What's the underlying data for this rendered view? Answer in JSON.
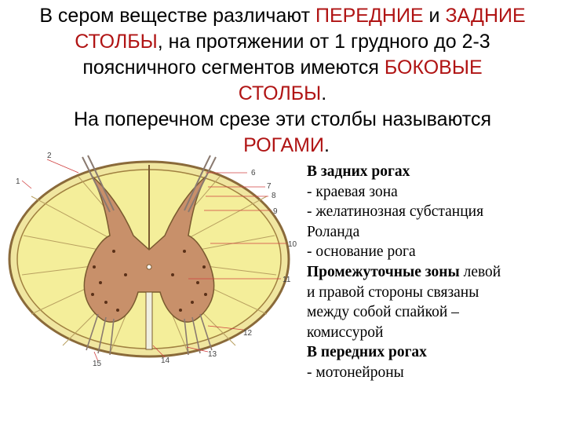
{
  "header": {
    "l1_a": "В сером веществе различают ",
    "l1_b": "ПЕРЕДНИЕ",
    "l1_c": " и ",
    "l1_d": "ЗАДНИЕ",
    "l2_a": "СТОЛБЫ",
    "l2_b": ", на протяжении от 1 грудного до 2-3",
    "l3_a": "поясничного сегментов имеются ",
    "l3_b": "БОКОВЫЕ",
    "l4_a": "СТОЛБЫ",
    "l4_b": ".",
    "l5": "На поперечном срезе эти столбы называются",
    "l6_a": "РОГАМИ",
    "l6_b": "."
  },
  "labels": [
    "1",
    "2",
    "6",
    "7",
    "8",
    "9",
    "10",
    "11",
    "12",
    "13",
    "14",
    "15"
  ],
  "notes": {
    "n1": "В задних рогах",
    "n2": "- краевая зона",
    "n3": "- желатинозная субстанция",
    "n4": "Роланда",
    "n5": "- основание рога",
    "n6a": "Промежуточные зоны",
    "n6b": " левой",
    "n7": "и правой стороны связаны",
    "n8": "между собой спайкой –",
    "n9": "комиссурой",
    "n10": "В передних рогах",
    "n11": "- мотонейроны"
  },
  "colors": {
    "highlight": "#b01414",
    "white_matter": "#f4ee9a",
    "gray_matter": "#c8906a",
    "outline": "#7a5a30"
  }
}
